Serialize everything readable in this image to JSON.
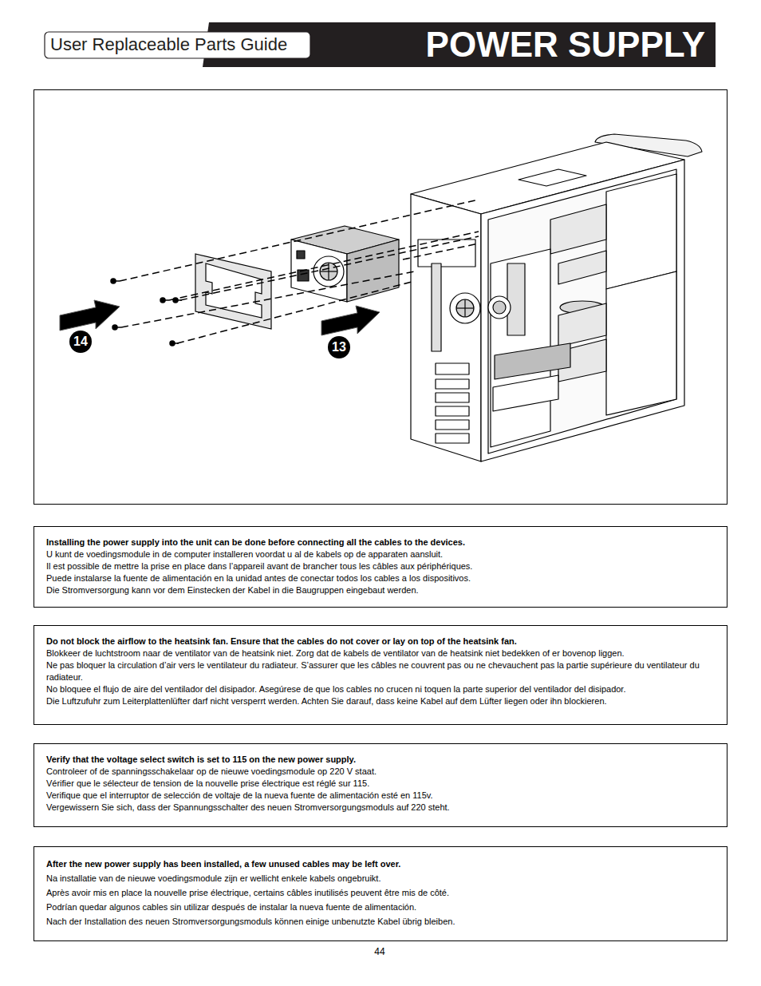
{
  "diagram": {
    "title": "POWER SUPPLY",
    "nodes": [
      {
        "text": [
          "Installing the power supply into the unit can be done before connecting all the cables to the devices.",
          "U kunt de voedingsmodule in de computer installeren voordat u al de kabels op de apparaten aansluit.",
          "Il est possible de mettre la prise en place dans l’appareil avant de brancher tous les câbles aux périphériques.",
          "Puede instalarse la fuente de alimentación en la unidad antes de conectar todos los cables a los dispositivos.",
          "Die Stromversorgung kann vor dem Einstecken der Kabel in die Baugruppen eingebaut werden."
        ]
      },
      {
        "text": [
          "Do not block the airflow to the heatsink fan. Ensure that the cables do not cover or lay on top of the heatsink fan.",
          "Blokkeer de luchtstroom naar de ventilator van de heatsink niet. Zorg dat de kabels de ventilator van de heatsink niet bedekken of er bovenop liggen.",
          "Ne pas bloquer la circulation d’air vers le ventilateur du radiateur. S’assurer que les câbles ne couvrent pas ou ne chevauchent pas la partie supérieure du ventilateur du radiateur.",
          "No bloquee el flujo de aire del ventilador del disipador. Asegúrese de que los cables no crucen ni toquen la parte superior del ventilador del disipador.",
          "Die Luftzufuhr zum Leiterplattenlüfter darf nicht versperrt werden. Achten Sie darauf, dass keine Kabel auf dem Lüfter liegen oder ihn blockieren."
        ]
      },
      {
        "text": [
          "Verify that the voltage select switch is set to 115 on the new power supply.",
          "Controleer of de spanningsschakelaar op de nieuwe voedingsmodule op 220 V staat.",
          "Vérifier que le sélecteur de tension de la nouvelle prise électrique est réglé sur 115.",
          "Verifique que el interruptor de selección de voltaje de la nueva fuente de alimentación esté en 115v.",
          "Vergewissern Sie sich, dass der Spannungsschalter des neuen Stromversorgungsmoduls auf 220 steht."
        ]
      },
      {
        "text": [
          "After the new power supply has been installed, a few unused cables may be left over.",
          "Na installatie van de nieuwe voedingsmodule zijn er wellicht enkele kabels ongebruikt.",
          "Après avoir mis en place la nouvelle prise électrique, certains câbles inutilisés peuvent être mis de côté.",
          "Podrían quedar algunos cables sin utilizar después de instalar la nueva fuente de alimentación.",
          "Nach der Installation des neuen Stromversorgungsmoduls können einige unbenutzte Kabel übrig bleiben."
        ]
      }
    ],
    "labels": [
      "User Replaceable Parts Guide",
      "14",
      "13",
      "44"
    ]
  }
}
